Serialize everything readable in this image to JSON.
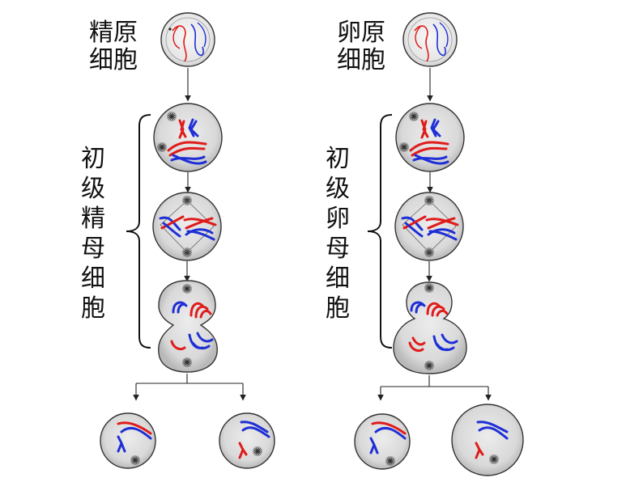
{
  "left": {
    "top_label": "精原细胞",
    "side_label": "初级精母细胞"
  },
  "right": {
    "top_label": "卵原细胞",
    "side_label": "初级卵母细胞"
  },
  "colors": {
    "paternal": "#e01b1b",
    "maternal": "#1f2fd6",
    "cell_fill": "#d6d6d6",
    "cell_edge": "#333333"
  }
}
